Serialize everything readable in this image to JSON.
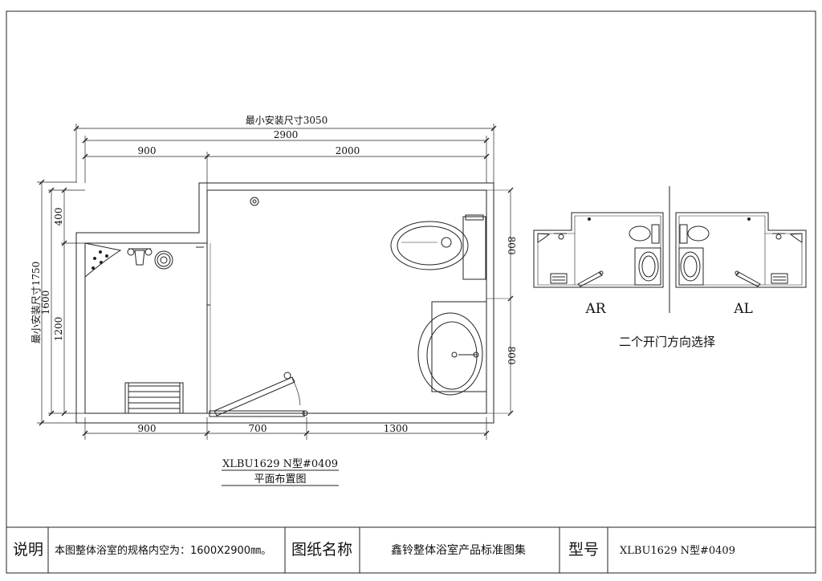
{
  "plan": {
    "dims": {
      "overall_min_install": "最小安装尺寸3050",
      "total_width": "2900",
      "top_left": "900",
      "top_right": "2000",
      "left_min_install": "最小安装尺寸1750",
      "left_1600": "1600",
      "left_400": "400",
      "left_1200": "1200",
      "right_top": "800",
      "right_bottom": "800",
      "bottom_left": "900",
      "bottom_mid": "700",
      "bottom_right": "1300"
    },
    "model_label": "XLBU1629 N型#0409",
    "caption": "平面布置图"
  },
  "options": {
    "ar_label": "AR",
    "al_label": "AL",
    "caption": "二个开门方向选择"
  },
  "title_block": {
    "desc_header": "说明",
    "desc_text": "本图整体浴室的规格内空为：1600X2900㎜。",
    "drawing_name_header": "图纸名称",
    "drawing_name": "鑫铃整体浴室产品标准图集",
    "model_header": "型号",
    "model_value": "XLBU1629 N型#0409"
  }
}
